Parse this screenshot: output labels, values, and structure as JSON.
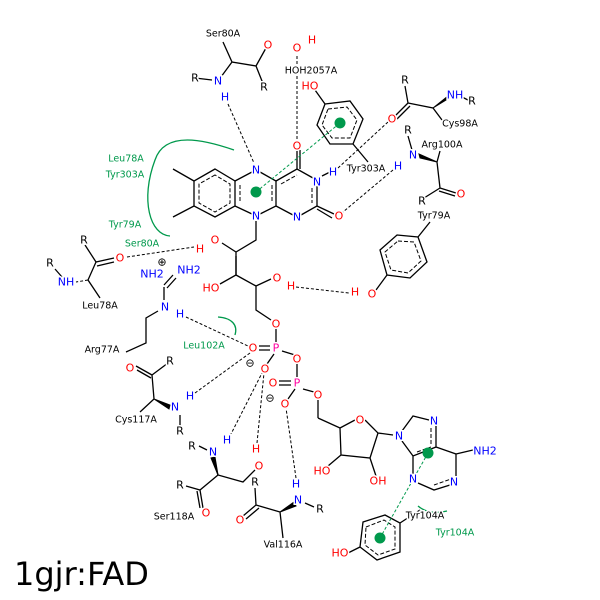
{
  "title": "1gjr:FAD",
  "atoms": {
    "N": "N",
    "O": "O",
    "H": "H",
    "R": "R",
    "P": "P",
    "NH": "NH",
    "NH2": "NH2",
    "HO": "HO",
    "OH": "OH",
    "plus": "⊕",
    "minus": "⊖"
  },
  "residues": {
    "ser80_top": "Ser80A",
    "hoh": "HOH2057A",
    "tyr303": "Tyr303A",
    "cys98": "Cys98A",
    "arg100": "Arg100A",
    "tyr79": "Tyr79A",
    "leu78": "Leu78A",
    "arg77": "Arg77A",
    "cys117": "Cys117A",
    "ser118": "Ser118A",
    "val116": "Val116A",
    "tyr104": "Tyr104A"
  },
  "hydrophobic": {
    "leu78": "Leu78A",
    "tyr303": "Tyr303A",
    "tyr79": "Tyr79A",
    "ser80": "Ser80A",
    "leu102": "Leu102A",
    "tyr104": "Tyr104A"
  },
  "colors": {
    "oxygen": "#ff0000",
    "nitrogen": "#0000ff",
    "phosphorus": "#ff00a0",
    "hydrophobic": "#00994c"
  }
}
